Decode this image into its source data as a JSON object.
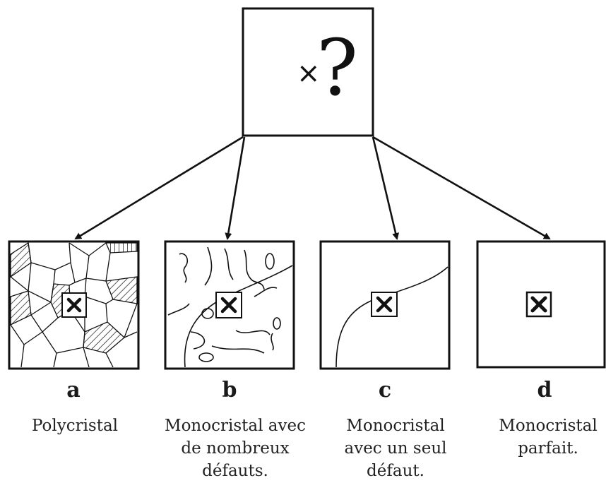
{
  "top": {
    "marker": "×",
    "question": "?"
  },
  "panels": [
    {
      "letter": "a",
      "caption": [
        "Polycristal"
      ]
    },
    {
      "letter": "b",
      "caption": [
        "Monocristal avec",
        "de nombreux",
        "défauts."
      ]
    },
    {
      "letter": "c",
      "caption": [
        "Monocristal",
        "avec un seul",
        "défaut."
      ]
    },
    {
      "letter": "d",
      "caption": [
        "Monocristal",
        "parfait."
      ]
    }
  ]
}
